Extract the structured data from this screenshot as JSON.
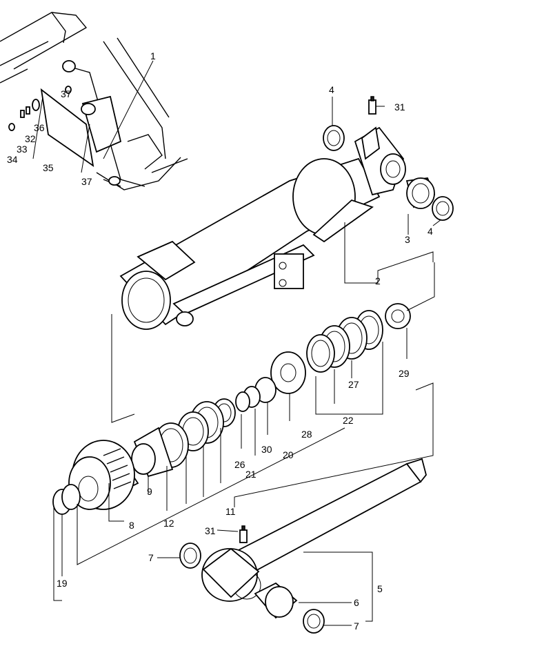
{
  "callouts": {
    "c1": "1",
    "c2": "2",
    "c3": "3",
    "c4a": "4",
    "c4b": "4",
    "c5": "5",
    "c6": "6",
    "c7a": "7",
    "c7b": "7",
    "c8": "8",
    "c9": "9",
    "c11": "11",
    "c12": "12",
    "c19": "19",
    "c20": "20",
    "c21": "21",
    "c22": "22",
    "c26": "26",
    "c27": "27",
    "c28": "28",
    "c29": "29",
    "c30": "30",
    "c31a": "31",
    "c31b": "31",
    "c32": "32",
    "c33": "33",
    "c34": "34",
    "c35": "35",
    "c36": "36",
    "c37a": "37",
    "c37b": "37"
  }
}
